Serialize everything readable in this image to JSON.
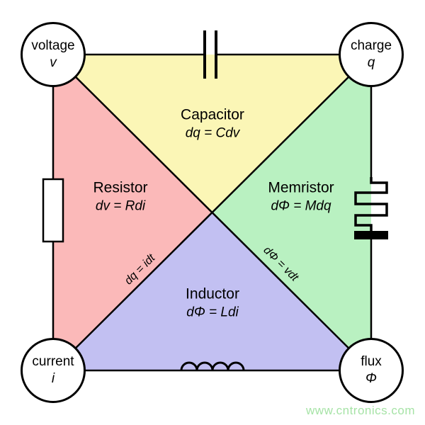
{
  "colors": {
    "capacitor_region": "#FBF6B6",
    "resistor_region": "#FBB9B9",
    "memristor_region": "#B9F1C1",
    "inductor_region": "#C2C0F2",
    "outline": "#000000",
    "watermark": "#A6E3A6"
  },
  "corners": {
    "voltage": {
      "label": "voltage",
      "symbol": "v"
    },
    "charge": {
      "label": "charge",
      "symbol": "q"
    },
    "current": {
      "label": "current",
      "symbol": "i"
    },
    "flux": {
      "label": "flux",
      "symbol": "Φ"
    }
  },
  "regions": {
    "capacitor": {
      "name": "Capacitor",
      "formula": "dq = Cdv"
    },
    "resistor": {
      "name": "Resistor",
      "formula": "dv = Rdi"
    },
    "memristor": {
      "name": "Memristor",
      "formula": "dΦ = Mdq"
    },
    "inductor": {
      "name": "Inductor",
      "formula": "dΦ = Ldi"
    }
  },
  "diagonal_relations": {
    "charge_current": "dq = idt",
    "flux_voltage": "dΦ = vdt"
  },
  "watermark": "www.cntronics.com"
}
